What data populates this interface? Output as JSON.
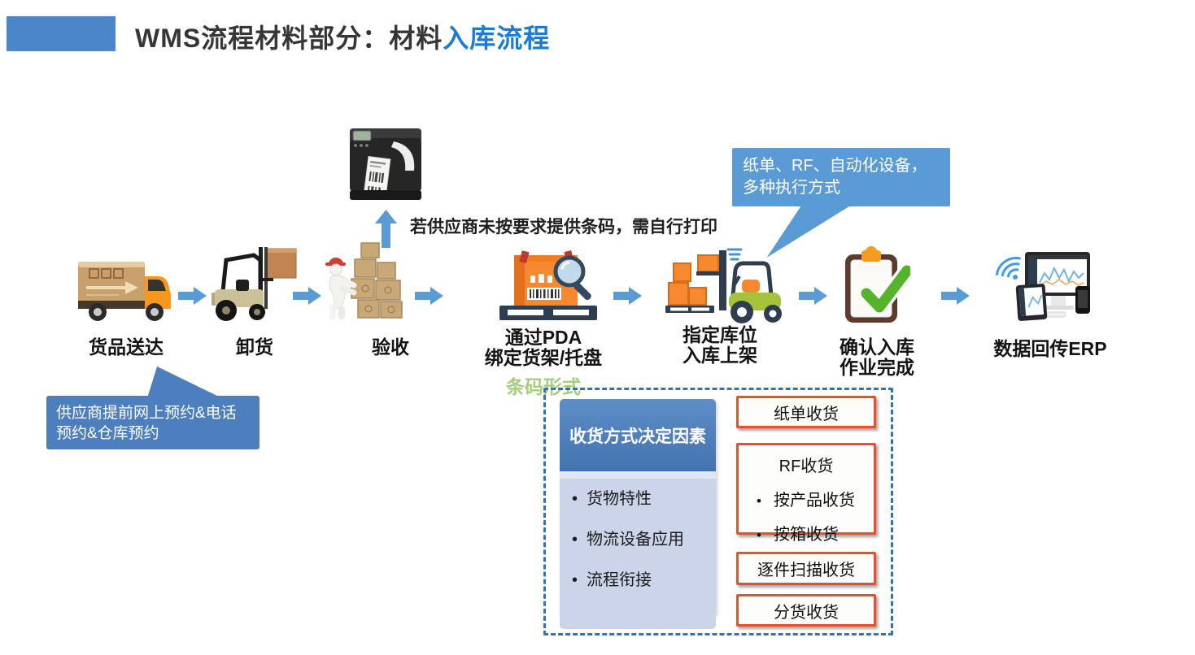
{
  "title": {
    "text_black": "WMS流程材料部分：材料",
    "text_blue": "入库流程"
  },
  "printer": {
    "note": "若供应商未按要求提供条码，需自行打印"
  },
  "callouts": {
    "execution_modes": "纸单、RF、自动化设备，多种执行方式",
    "appointment": "供应商提前网上预约&电话预约&仓库预约"
  },
  "flow": {
    "steps": [
      {
        "icon": "delivery-truck-icon",
        "label1": "货品送达"
      },
      {
        "icon": "forklift-unload-icon",
        "label1": "卸货"
      },
      {
        "icon": "worker-boxes-icon",
        "label1": "验收"
      },
      {
        "icon": "pda-scan-box-icon",
        "label1": "通过PDA",
        "label2": "绑定货架/托盘",
        "sub": "条码形式"
      },
      {
        "icon": "putaway-forklift-icon",
        "label1": "指定库位",
        "label2": "入库上架"
      },
      {
        "icon": "clipboard-check-icon",
        "label1": "确认入库",
        "label2": "作业完成"
      },
      {
        "icon": "erp-devices-icon",
        "label1": "数据回传ERP"
      }
    ]
  },
  "decision_panel": {
    "header": "收货方式决定因素",
    "factors": [
      "货物特性",
      "物流设备应用",
      "流程衔接"
    ],
    "methods": {
      "paper": "纸单收货",
      "rf_title": "RF收货",
      "rf_items": [
        "按产品收货",
        "按箱收货"
      ],
      "scan": "逐件扫描收货",
      "sort": "分货收货"
    }
  },
  "colors": {
    "accent_bar_blue": "#4A86C8",
    "title_highlight_blue": "#1A7CD4",
    "arrow_blue": "#5B9BD5",
    "callout_blue": "#5B9BD5",
    "appointment_callout_blue": "#4D7EBD",
    "panel_dashed_blue": "#2E75B6",
    "panel_header_blue": "#4E81BD",
    "panel_body_lavender": "#CBD4E8",
    "method_border_red": "#E8502D",
    "barcode_green": "#A6CE7E"
  }
}
